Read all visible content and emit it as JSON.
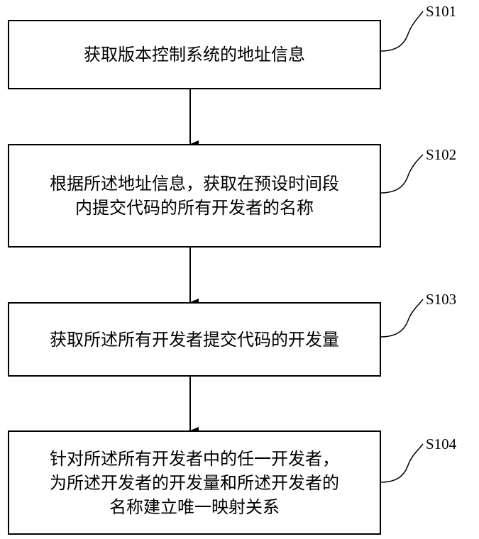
{
  "steps": [
    {
      "id": "S101",
      "text": "获取版本控制系统的地址信息"
    },
    {
      "id": "S102",
      "text": "根据所述地址信息，获取在预设时间段\n内提交代码的所有开发者的名称"
    },
    {
      "id": "S103",
      "text": "获取所述所有开发者提交代码的开发量"
    },
    {
      "id": "S104",
      "text": "针对所述所有开发者中的任一开发者，\n为所述开发者的开发量和所述开发者的\n名称建立唯一映射关系"
    }
  ],
  "colors": {
    "stroke": "#000000",
    "background": "#ffffff"
  }
}
